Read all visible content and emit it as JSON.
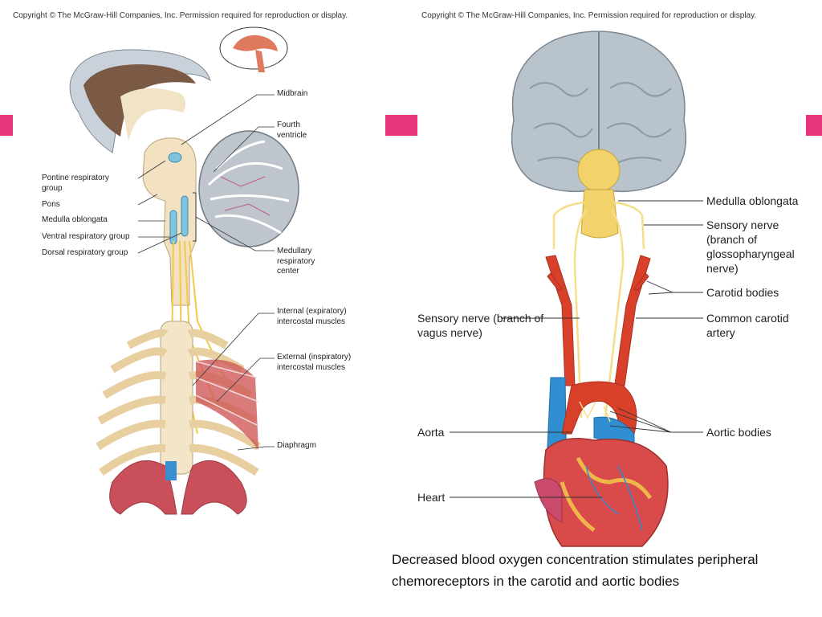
{
  "copyright_left": "Copyright © The McGraw-Hill Companies, Inc. Permission required for reproduction or display.",
  "copyright_right": "Copyright © The McGraw-Hill Companies, Inc. Permission required for reproduction or display.",
  "left_labels": {
    "midbrain": "Midbrain",
    "fourth_ventricle": "Fourth ventricle",
    "pontine_group": "Pontine respiratory group",
    "pons": "Pons",
    "medulla": "Medulla oblongata",
    "ventral_group": "Ventral respiratory group",
    "dorsal_group": "Dorsal respiratory group",
    "medullary_center": "Medullary respiratory center",
    "internal_intercostal": "Internal (expiratory) intercostal muscles",
    "external_intercostal": "External (inspiratory) intercostal muscles",
    "diaphragm": "Diaphragm"
  },
  "right_labels": {
    "medulla": "Medulla oblongata",
    "sensory_glosso": "Sensory nerve (branch of glossopharyngeal nerve)",
    "carotid_bodies": "Carotid bodies",
    "common_carotid": "Common carotid artery",
    "sensory_vagus": "Sensory nerve (branch of vagus nerve)",
    "aorta": "Aorta",
    "aortic_bodies": "Aortic bodies",
    "heart": "Heart"
  },
  "caption": "Decreased blood oxygen concentration stimulates peripheral chemoreceptors in the carotid and aortic bodies",
  "colors": {
    "accent_tab": "#e8347a",
    "artery": "#d9402a",
    "vein": "#2f8fd0",
    "nerve": "#f2c94c",
    "brain": "#b9c3cc",
    "muscle": "#cf5a5a",
    "bone": "#ecd7b0"
  }
}
